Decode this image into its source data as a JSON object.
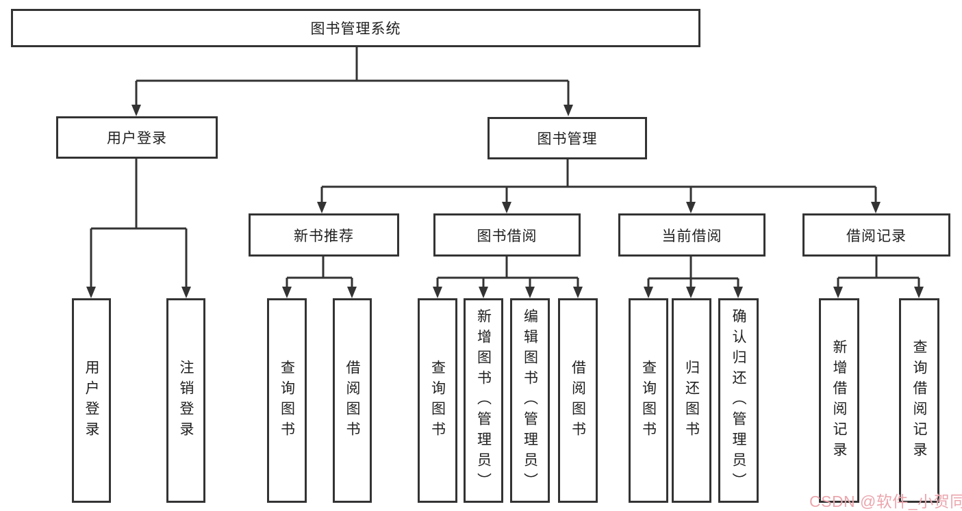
{
  "diagram": {
    "root": {
      "label": "图书管理系统"
    },
    "level2": {
      "user_login": {
        "label": "用户登录"
      },
      "book_mgmt": {
        "label": "图书管理"
      }
    },
    "level3": {
      "new_book_rec": {
        "label": "新书推荐"
      },
      "book_borrow": {
        "label": "图书借阅"
      },
      "current_borrow": {
        "label": "当前借阅"
      },
      "borrow_records": {
        "label": "借阅记录"
      }
    },
    "leaves": {
      "user_login_leaf": {
        "label": "用户登录"
      },
      "logout": {
        "label": "注销登录"
      },
      "rec_query": {
        "label": "查询图书"
      },
      "rec_borrow": {
        "label": "借阅图书"
      },
      "bb_query": {
        "label": "查询图书"
      },
      "bb_add": {
        "label": "新增图书（管理员）"
      },
      "bb_edit": {
        "label": "编辑图书（管理员）"
      },
      "bb_borrow": {
        "label": "借阅图书"
      },
      "cb_query": {
        "label": "查询图书"
      },
      "cb_return": {
        "label": "归还图书"
      },
      "cb_confirm": {
        "label": "确认归还（管理员）"
      },
      "br_add": {
        "label": "新增借阅记录"
      },
      "br_query": {
        "label": "查询借阅记录"
      }
    }
  },
  "watermark": {
    "text": "CSDN @软件_小贺同学",
    "color": "#eba6ad"
  },
  "colors": {
    "line": "#333333",
    "box_border": "#333333",
    "box_background": "#ffffff",
    "text": "#1f1f1f",
    "page_background": "#ffffff"
  }
}
